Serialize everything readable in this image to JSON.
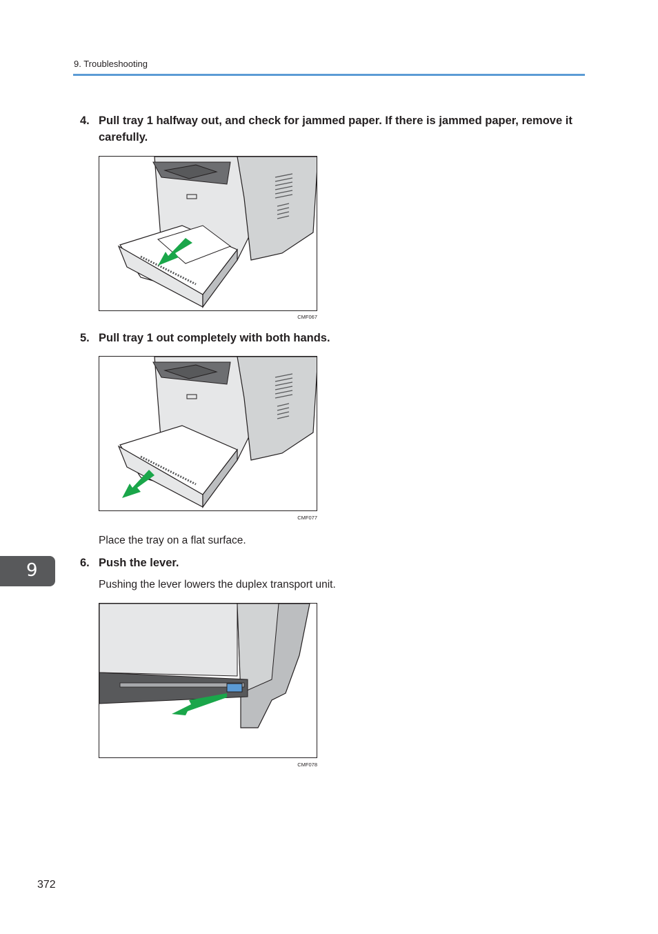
{
  "header": {
    "section": "9. Troubleshooting"
  },
  "steps": [
    {
      "number": "4.",
      "text": "Pull tray 1 halfway out, and check for jammed paper. If there is jammed paper, remove it carefully."
    },
    {
      "number": "5.",
      "text": "Pull tray 1 out completely with both hands."
    },
    {
      "number": "6.",
      "text": "Push the lever."
    }
  ],
  "notes": {
    "step5": "Place the tray on a flat surface.",
    "step6": "Pushing the lever lowers the duplex transport unit."
  },
  "figures": [
    {
      "code": "CMF067"
    },
    {
      "code": "CMF077"
    },
    {
      "code": "CMF078"
    }
  ],
  "chapter_tab": "9",
  "page_number": "372",
  "colors": {
    "accent_rule": "#5b9bd5",
    "arrow_green": "#1aa64a",
    "tab_gray": "#58595b"
  }
}
